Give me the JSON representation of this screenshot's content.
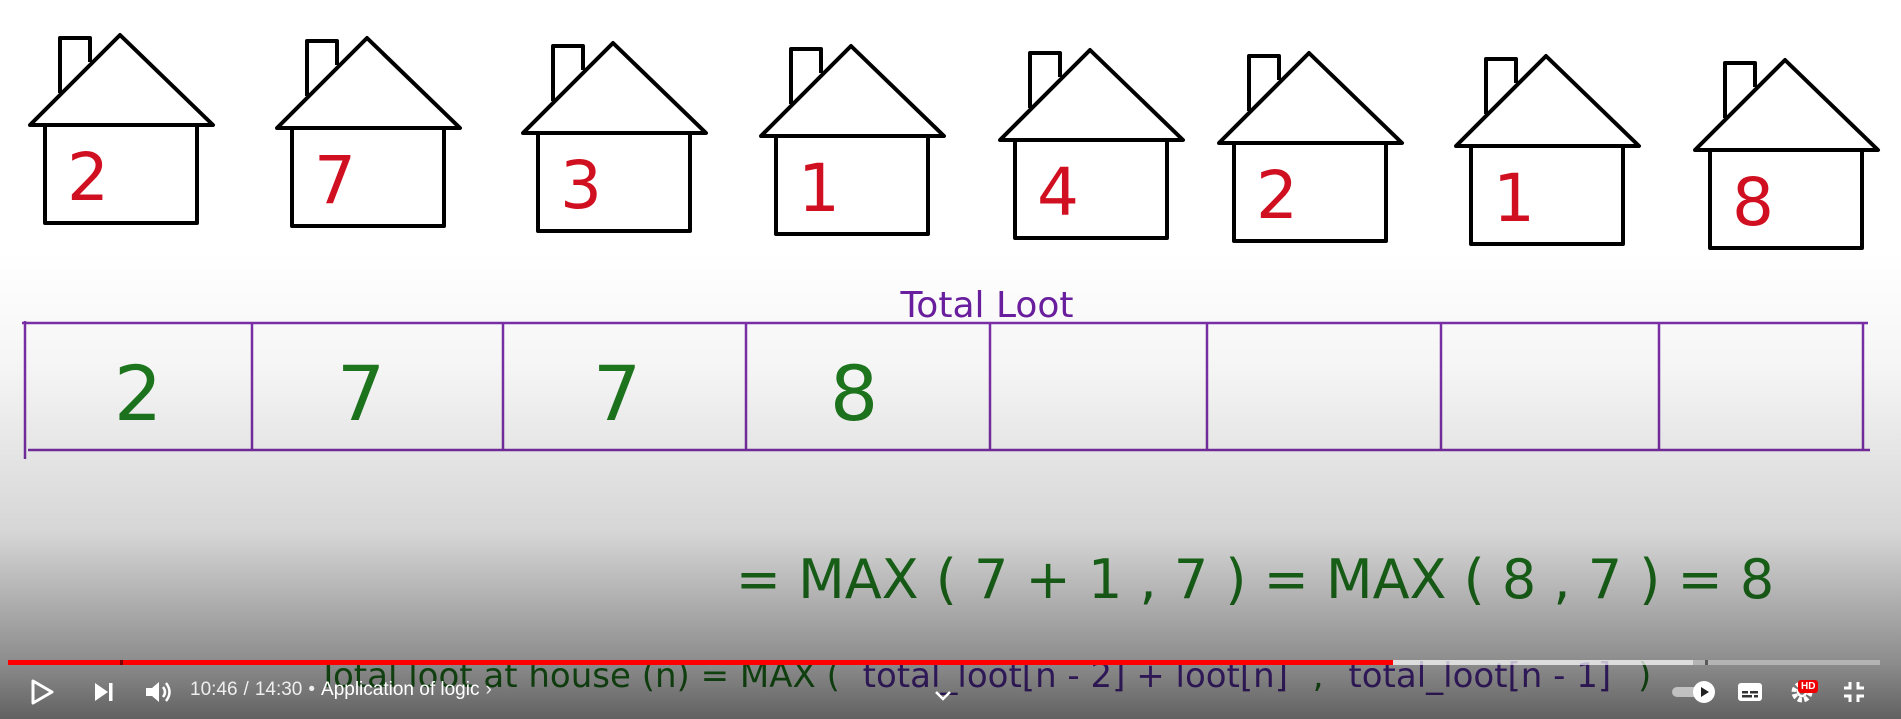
{
  "houses": [
    {
      "value": "2"
    },
    {
      "value": "7"
    },
    {
      "value": "3"
    },
    {
      "value": "1"
    },
    {
      "value": "4"
    },
    {
      "value": "2"
    },
    {
      "value": "1"
    },
    {
      "value": "8"
    }
  ],
  "table": {
    "title": "Total Loot",
    "cells": [
      "2",
      "7",
      "7",
      "8",
      "",
      "",
      "",
      ""
    ]
  },
  "equation": {
    "line": "= MAX ( 7 + 1 , 7 ) = MAX ( 8 , 7 ) = 8"
  },
  "formula": {
    "lhs": "Total loot at house (n) = MAX (",
    "arg1": "total_loot[n - 2] + loot[n]",
    "sep": ",",
    "arg2": "total_loot[n - 1]",
    "close": ")"
  },
  "player": {
    "current_time": "10:46",
    "duration": "14:30",
    "separator": "/",
    "chapter": "Application of logic",
    "chapter_chevron": "›",
    "hd_badge": "HD",
    "progress_played": 0.74,
    "progress_buffered": 0.9,
    "icons": [
      "play-icon",
      "next-icon",
      "volume-icon",
      "autoplay-toggle",
      "subtitles-icon",
      "settings-icon",
      "exit-fullscreen-icon",
      "chevron-down-icon"
    ],
    "colors": {
      "played": "#ff0000",
      "house_number": "#d01020",
      "loot_number": "#1e7a1e",
      "table_line": "#7b2fa8"
    }
  }
}
